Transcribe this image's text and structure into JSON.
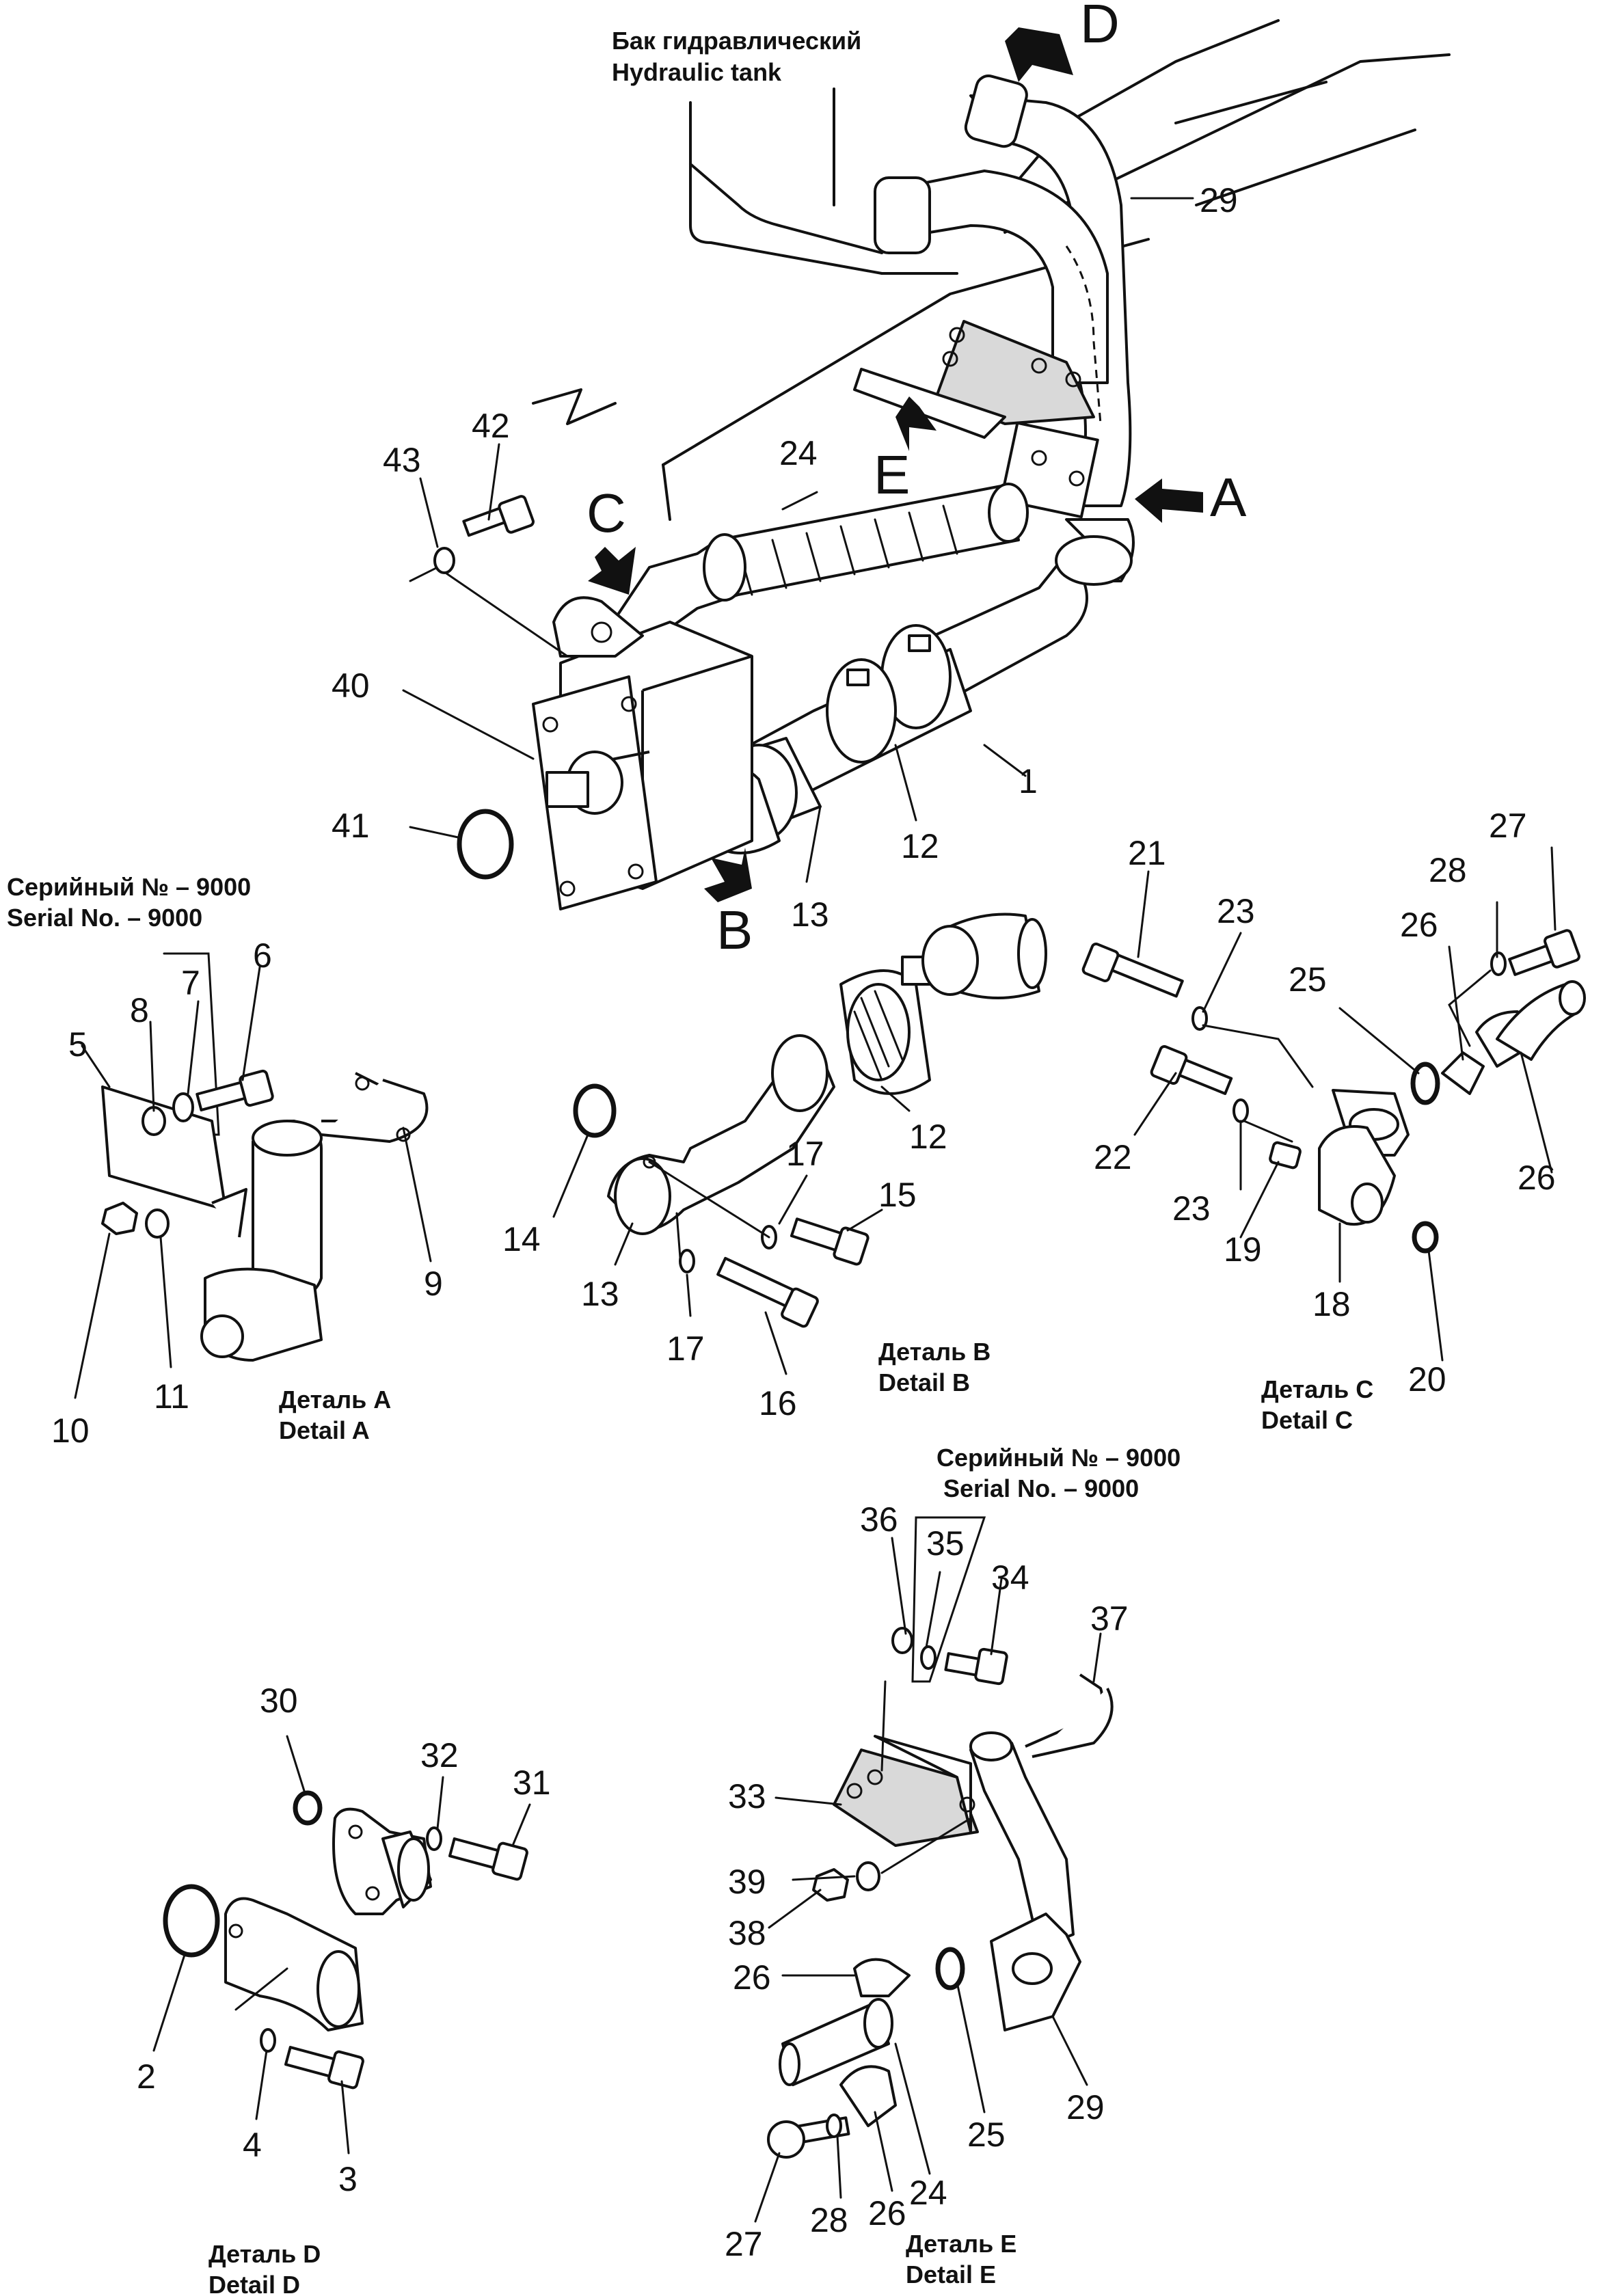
{
  "tank_label": {
    "ru": "Бак гидравлический",
    "en": "Hydraulic tank"
  },
  "detail_letters": [
    "A",
    "B",
    "C",
    "D",
    "E"
  ],
  "serial_note_left": {
    "ru": "Серийный № – 9000",
    "en": "Serial No. – 9000"
  },
  "serial_note_right": {
    "ru": "Серийный № – 9000",
    "en": "Serial No. – 9000"
  },
  "detail_captions": {
    "A": {
      "ru": "Деталь A",
      "en": "Detail A"
    },
    "B": {
      "ru": "Деталь B",
      "en": "Detail B"
    },
    "C": {
      "ru": "Деталь C",
      "en": "Detail C"
    },
    "D": {
      "ru": "Деталь D",
      "en": "Detail D"
    },
    "E": {
      "ru": "Деталь E",
      "en": "Detail E"
    }
  },
  "part_numbers": [
    "1",
    "2",
    "3",
    "4",
    "5",
    "6",
    "7",
    "8",
    "9",
    "10",
    "11",
    "12",
    "12",
    "13",
    "13",
    "14",
    "15",
    "16",
    "17",
    "17",
    "18",
    "19",
    "20",
    "21",
    "22",
    "23",
    "23",
    "24",
    "24",
    "25",
    "25",
    "26",
    "26",
    "26",
    "26",
    "27",
    "27",
    "28",
    "28",
    "29",
    "29",
    "30",
    "31",
    "32",
    "33",
    "34",
    "35",
    "36",
    "37",
    "38",
    "39",
    "40",
    "41",
    "42",
    "43"
  ]
}
